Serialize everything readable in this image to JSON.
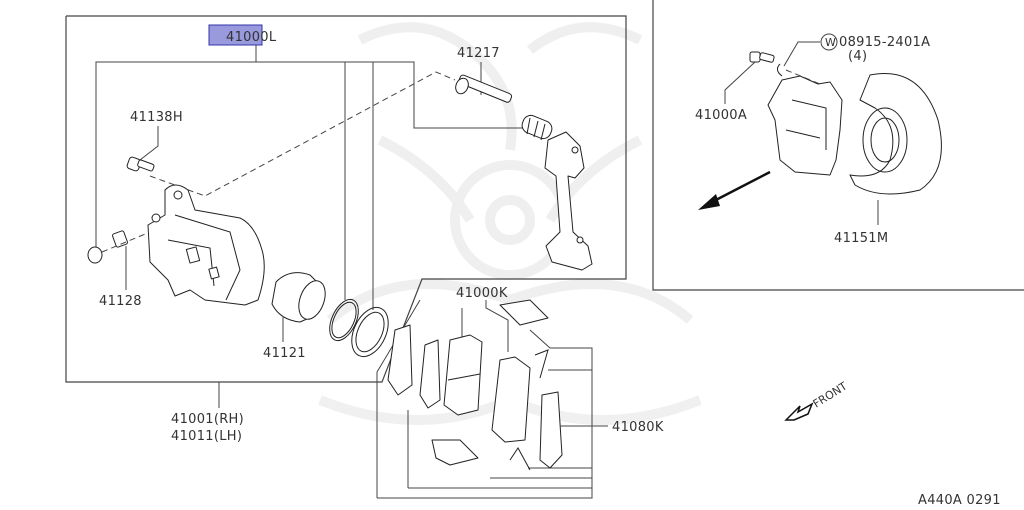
{
  "diagram": {
    "figure_id": "A440A 0291",
    "highlight_color": "#9999dd",
    "highlight_border": "#3333aa",
    "selected_part": "41000L",
    "front_label": "FRONT",
    "parts": {
      "p41000L": "41000L",
      "p41138H": "41138H",
      "p41128": "41128",
      "p41217": "41217",
      "p41121": "41121",
      "p41001": "41001(RH)",
      "p41011": "41011(LH)",
      "p41000K": "41000K",
      "p41080K": "41080K",
      "p41000A": "41000A",
      "p08915": "08915-2401A",
      "p08915_qty": "(4)",
      "p08915_symbol": "W",
      "p41151M": "41151M"
    }
  }
}
